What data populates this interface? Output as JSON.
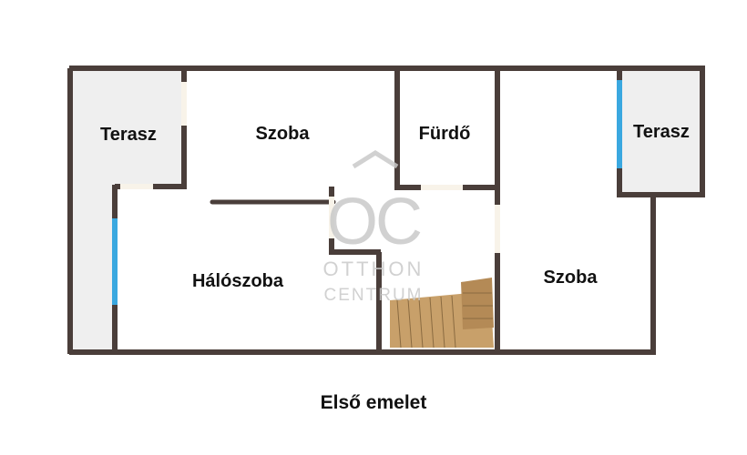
{
  "rooms": {
    "terrace_left": "Terasz",
    "room_top": "Szoba",
    "bathroom": "Fürdő",
    "terrace_right": "Terasz",
    "bedroom": "Hálószoba",
    "room_right": "Szoba"
  },
  "watermark": {
    "logo_letters": "OC",
    "line1": "OTTHON",
    "line2": "CENTRUM"
  },
  "caption": "Első emelet",
  "colors": {
    "wall": "#4a3e3a",
    "terrace_floor": "#efefef",
    "window": "#3aa8e0",
    "door_opening": "#f8f3e9",
    "stairs": "#c8a06a",
    "watermark": "#c9c9c9"
  }
}
